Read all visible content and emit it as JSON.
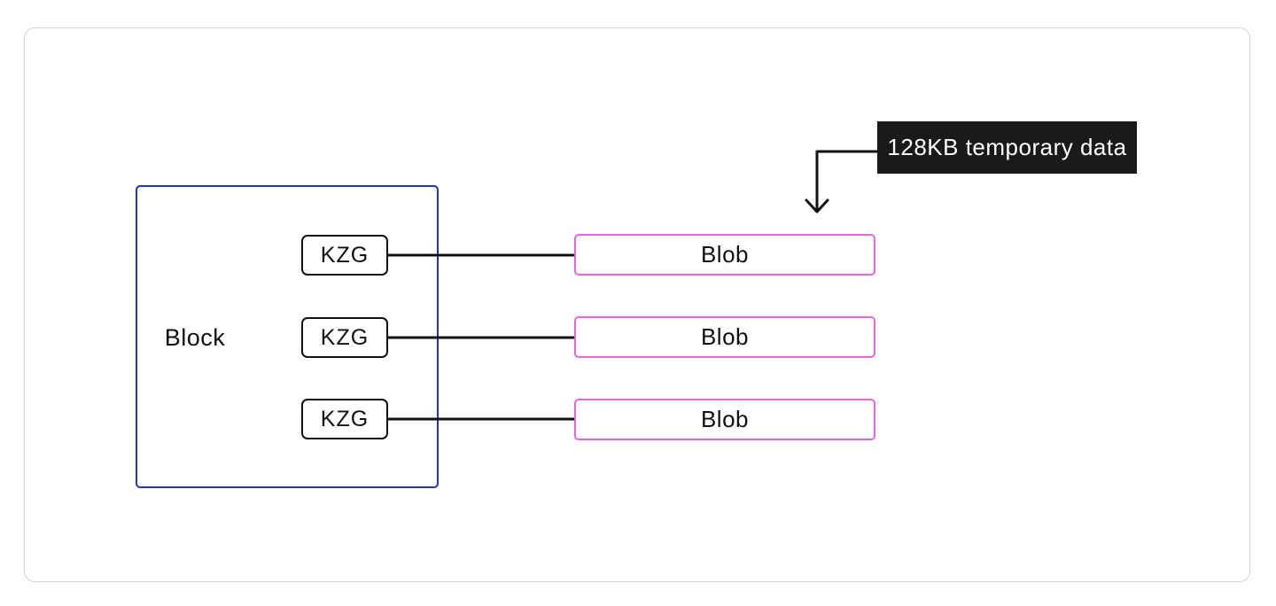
{
  "diagram": {
    "block": {
      "label": "Block"
    },
    "kzg_nodes": [
      {
        "label": "KZG"
      },
      {
        "label": "KZG"
      },
      {
        "label": "KZG"
      }
    ],
    "blob_nodes": [
      {
        "label": "Blob"
      },
      {
        "label": "Blob"
      },
      {
        "label": "Blob"
      }
    ],
    "annotation": {
      "label": "128KB temporary data"
    },
    "colors": {
      "block_border": "#2133c4",
      "kzg_border": "#111111",
      "blob_border": "#e865e0",
      "annotation_bg": "#1a1a1a",
      "annotation_text": "#ffffff",
      "connector_line": "#111111",
      "card_border": "#d4d4d4",
      "background": "#ffffff"
    }
  }
}
